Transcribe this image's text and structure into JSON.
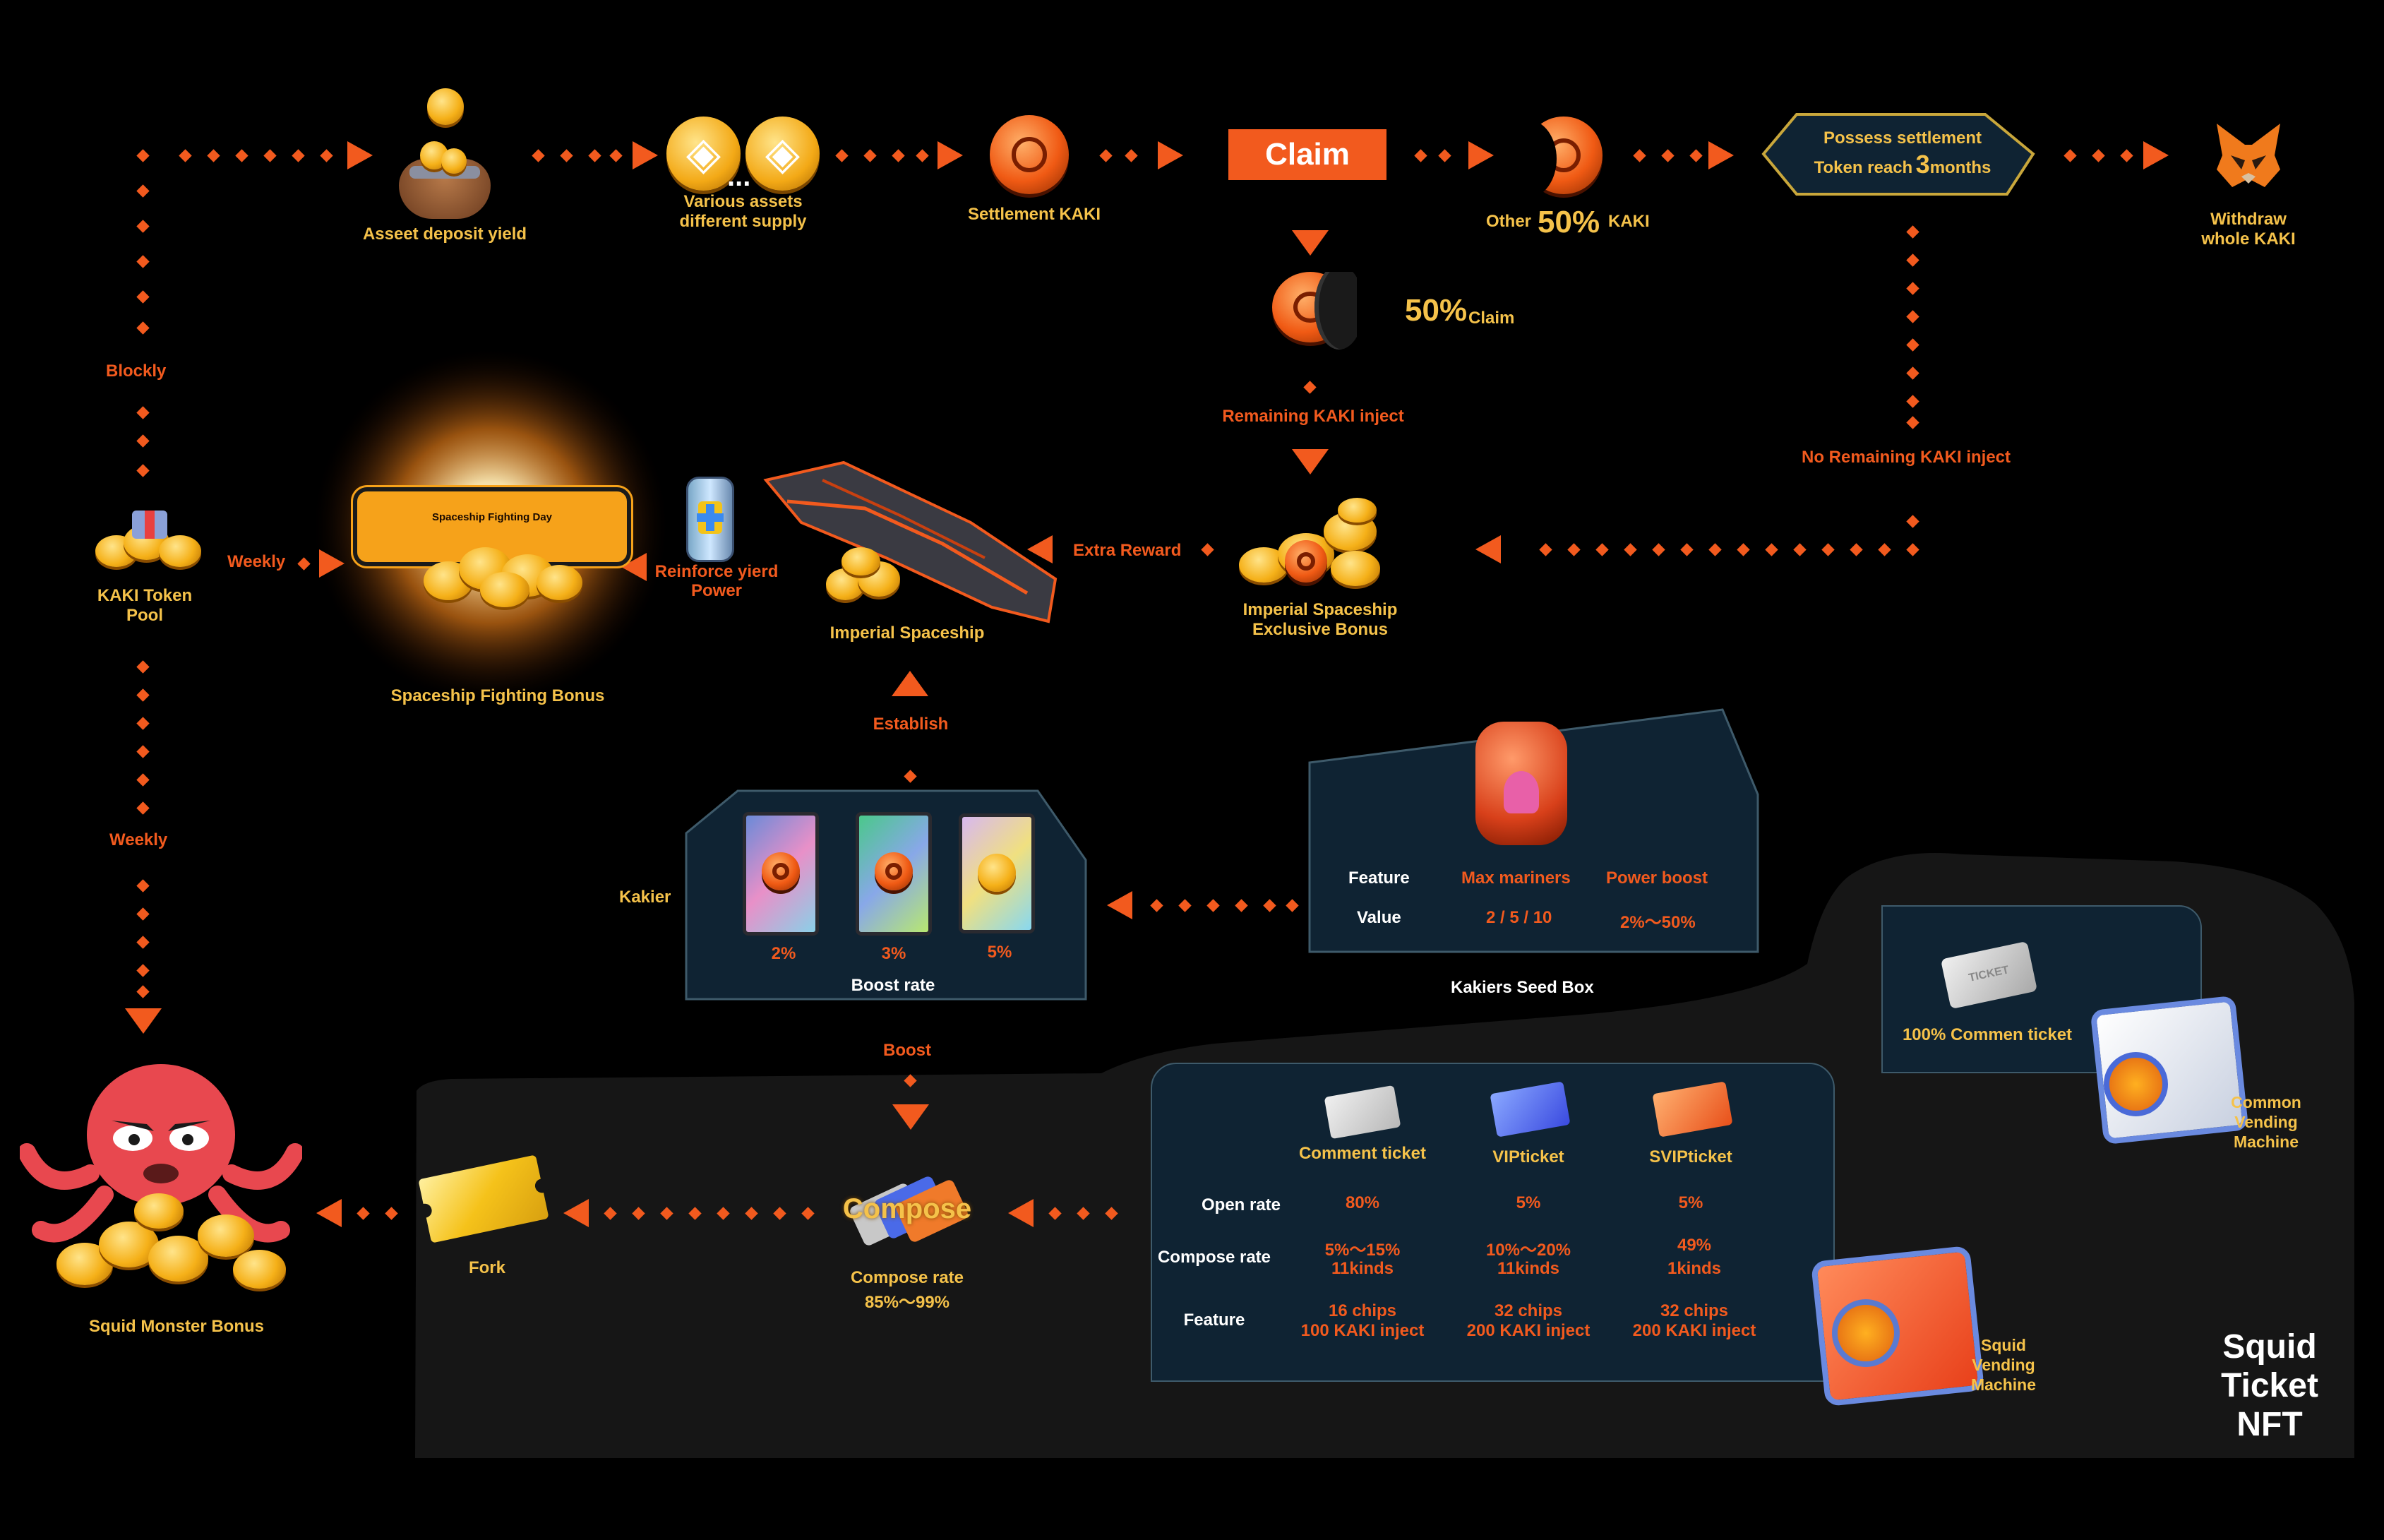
{
  "flow_top": {
    "asset_deposit": "Asseet deposit yield",
    "various_line1": "Various assets",
    "various_line2": "different supply",
    "ellipsis": "...",
    "settlement": "Settlement KAKI",
    "claim_button": "Claim",
    "other_prefix": "Other",
    "other_pct": "50%",
    "other_suffix": "KAKI",
    "possess_line1": "Possess settlement",
    "possess_line2_a": "Token reach",
    "possess_line2_num": "3",
    "possess_line2_b": "months",
    "withdraw_line1": "Withdraw",
    "withdraw_line2": "whole KAKI",
    "half_claim_pct": "50%",
    "half_claim_label": "Claim",
    "remaining_inject": "Remaining KAKI inject",
    "no_remaining_inject": "No Remaining KAKI inject"
  },
  "left_column": {
    "blockly": "Blockly",
    "pool_line1": "KAKI Token",
    "pool_line2": "Pool",
    "weekly_right": "Weekly",
    "weekly_down": "Weekly",
    "squid_monster": "Squid Monster Bonus"
  },
  "middle": {
    "fighting_day": "Spaceship Fighting Day",
    "fighting_bonus": "Spaceship Fighting Bonus",
    "reinforce_line1": "Reinforce yierd",
    "reinforce_line2": "Power",
    "imperial_spaceship": "Imperial  Spaceship",
    "extra_reward": "Extra Reward",
    "exclusive_line1": "Imperial  Spaceship",
    "exclusive_line2": "Exclusive Bonus",
    "establish": "Establish"
  },
  "kakier_panel": {
    "side_label": "Kakier",
    "rates": [
      "2%",
      "3%",
      "5%"
    ],
    "caption": "Boost rate",
    "boost": "Boost"
  },
  "seed_box": {
    "header_feature": "Feature",
    "header_max": "Max mariners",
    "header_power": "Power boost",
    "row_label": "Value",
    "value_max": "2 / 5 / 10",
    "value_power": "2%～50%",
    "title": "Kakiers  Seed Box"
  },
  "bottom": {
    "fork": "Fork",
    "compose": "Compose",
    "compose_rate_line1": "Compose rate",
    "compose_rate_line2": "85%～99%",
    "common_ticket": "100% Commen ticket",
    "common_vm_line1": "Common",
    "common_vm_line2": "Vending",
    "common_vm_line3": "Machine",
    "squid_vm_line1": "Squid",
    "squid_vm_line2": "Vending",
    "squid_vm_line3": "Machine",
    "nft_line1": "Squid",
    "nft_line2": "Ticket",
    "nft_line3": "NFT",
    "ticket_art_text": "TICKET"
  },
  "ticket_table": {
    "columns": [
      "Comment ticket",
      "VIPticket",
      "SVIPticket"
    ],
    "row_open": "Open rate",
    "open": [
      "80%",
      "5%",
      "5%"
    ],
    "row_compose": "Compose rate",
    "compose_a": [
      "5%～15%",
      "10%～20%",
      "49%"
    ],
    "compose_b": [
      "11kinds",
      "11kinds",
      "1kinds"
    ],
    "row_feature": "Feature",
    "feature_a": [
      "16 chips",
      "32 chips",
      "32 chips"
    ],
    "feature_b": [
      "100 KAKI inject",
      "200 KAKI inject",
      "200 KAKI inject"
    ]
  },
  "colors": {
    "accent_orange": "#f25a1e",
    "label_yellow": "#f5c24a",
    "panel_bg": "#0f2333",
    "background": "#000000"
  }
}
